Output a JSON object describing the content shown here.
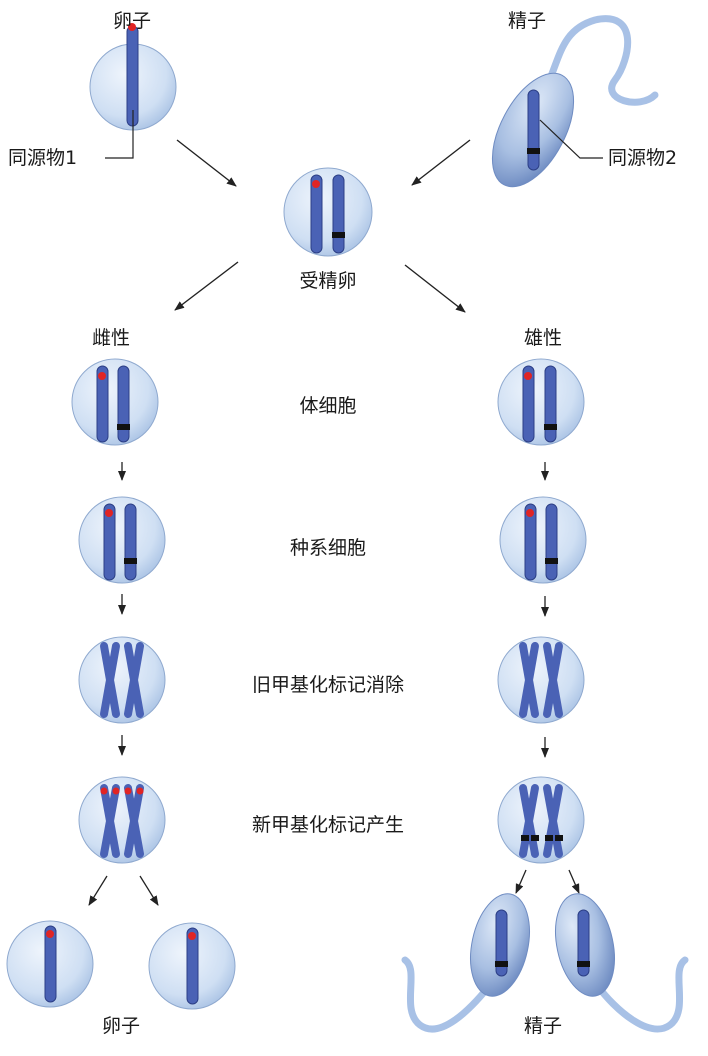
{
  "labels": {
    "top_egg": "卵子",
    "top_sperm": "精子",
    "homolog1": "同源物1",
    "homolog2": "同源物2",
    "zygote": "受精卵",
    "female": "雌性",
    "male": "雄性",
    "bottom_egg": "卵子",
    "bottom_sperm": "精子"
  },
  "stages": [
    {
      "label": "体细胞"
    },
    {
      "label": "种系细胞"
    },
    {
      "label": "旧甲基化标记消除"
    },
    {
      "label": "新甲基化标记产生"
    }
  ],
  "colors": {
    "cell_fill": "#cfdff3",
    "cell_edge": "#8fa9cf",
    "chromosome": "#4a62b5",
    "chromosome_outline": "#2c3f86",
    "maternal_mark": "#e02424",
    "paternal_mark": "#111111",
    "sperm_tail": "#a8c1e6",
    "arrow": "#222222"
  }
}
